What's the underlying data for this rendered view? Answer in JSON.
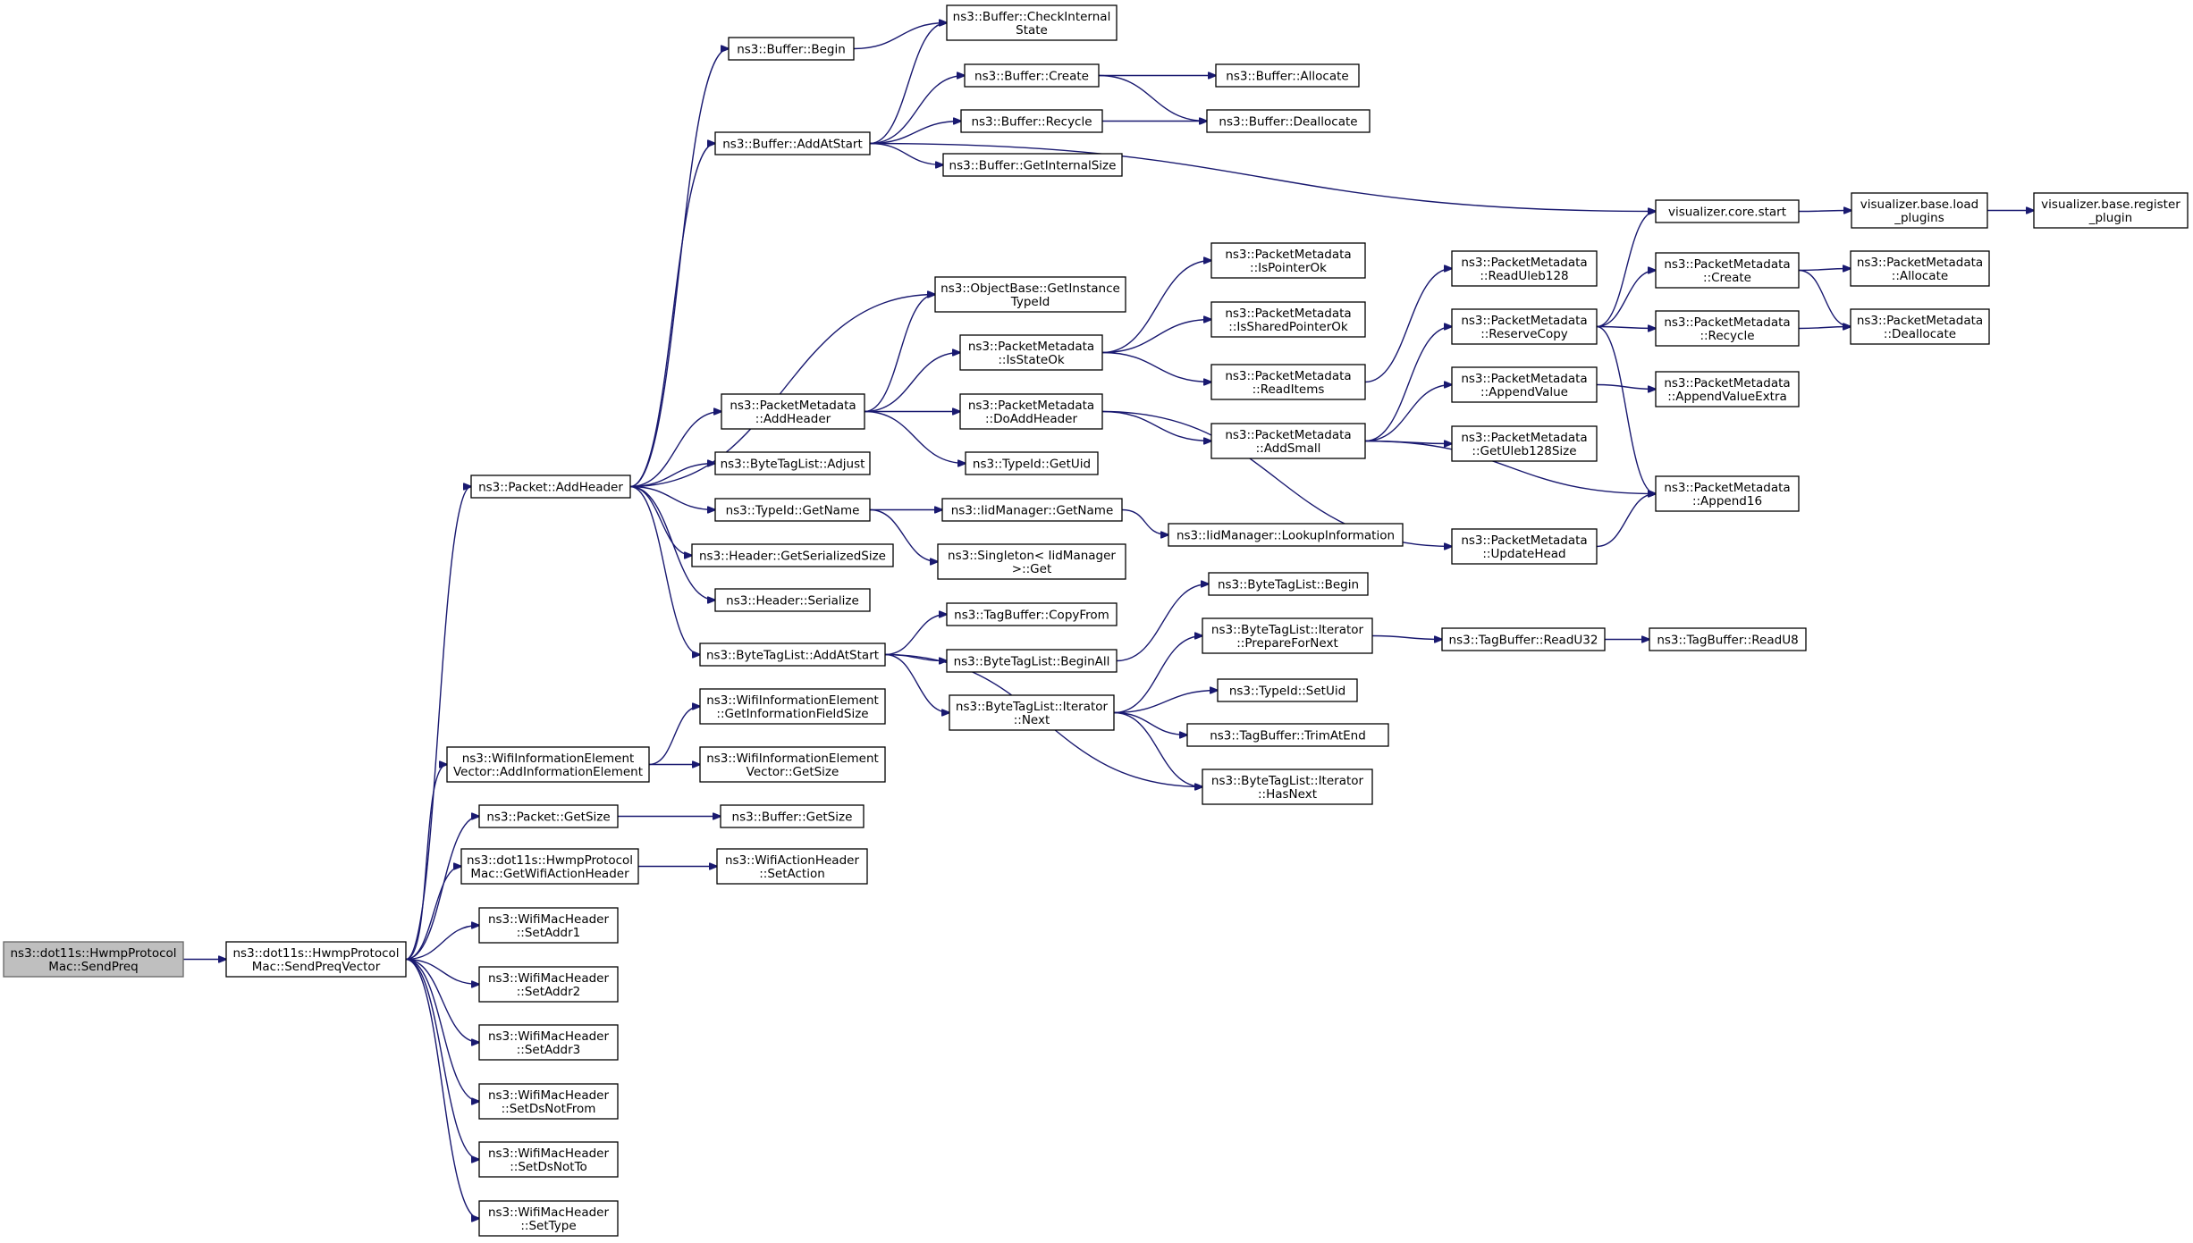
{
  "colors": {
    "edge": "#191970",
    "node_border": "#000000",
    "node_fill": "#ffffff",
    "root_fill": "#bfbfbf",
    "background": "#ffffff"
  },
  "nodes": [
    {
      "id": "n0",
      "lines": [
        "ns3::dot11s::HwmpProtocol",
        "Mac::SendPreq"
      ],
      "root": true
    },
    {
      "id": "n1",
      "lines": [
        "ns3::dot11s::HwmpProtocol",
        "Mac::SendPreqVector"
      ]
    },
    {
      "id": "n2",
      "lines": [
        "ns3::Packet::AddHeader"
      ]
    },
    {
      "id": "n3",
      "lines": [
        "ns3::WifiInformationElement",
        "Vector::AddInformationElement"
      ]
    },
    {
      "id": "n4",
      "lines": [
        "ns3::Packet::GetSize"
      ]
    },
    {
      "id": "n5",
      "lines": [
        "ns3::dot11s::HwmpProtocol",
        "Mac::GetWifiActionHeader"
      ]
    },
    {
      "id": "n6",
      "lines": [
        "ns3::WifiMacHeader",
        "::SetAddr1"
      ]
    },
    {
      "id": "n7",
      "lines": [
        "ns3::WifiMacHeader",
        "::SetAddr2"
      ]
    },
    {
      "id": "n8",
      "lines": [
        "ns3::WifiMacHeader",
        "::SetAddr3"
      ]
    },
    {
      "id": "n9",
      "lines": [
        "ns3::WifiMacHeader",
        "::SetDsNotFrom"
      ]
    },
    {
      "id": "n10",
      "lines": [
        "ns3::WifiMacHeader",
        "::SetDsNotTo"
      ]
    },
    {
      "id": "n11",
      "lines": [
        "ns3::WifiMacHeader",
        "::SetType"
      ]
    },
    {
      "id": "n12",
      "lines": [
        "ns3::Buffer::Begin"
      ]
    },
    {
      "id": "n13",
      "lines": [
        "ns3::Buffer::AddAtStart"
      ]
    },
    {
      "id": "n14",
      "lines": [
        "ns3::PacketMetadata",
        "::AddHeader"
      ]
    },
    {
      "id": "n15",
      "lines": [
        "ns3::ByteTagList::Adjust"
      ]
    },
    {
      "id": "n16",
      "lines": [
        "ns3::TypeId::GetName"
      ]
    },
    {
      "id": "n17",
      "lines": [
        "ns3::Header::GetSerializedSize"
      ]
    },
    {
      "id": "n18",
      "lines": [
        "ns3::Header::Serialize"
      ]
    },
    {
      "id": "n19",
      "lines": [
        "ns3::ByteTagList::AddAtStart"
      ]
    },
    {
      "id": "n20",
      "lines": [
        "ns3::WifiInformationElement",
        "::GetInformationFieldSize"
      ]
    },
    {
      "id": "n21",
      "lines": [
        "ns3::WifiInformationElement",
        "Vector::GetSize"
      ]
    },
    {
      "id": "n22",
      "lines": [
        "ns3::Buffer::GetSize"
      ]
    },
    {
      "id": "n23",
      "lines": [
        "ns3::WifiActionHeader",
        "::SetAction"
      ]
    },
    {
      "id": "n24",
      "lines": [
        "ns3::Buffer::CheckInternal",
        "State"
      ]
    },
    {
      "id": "n25",
      "lines": [
        "ns3::Buffer::Create"
      ]
    },
    {
      "id": "n26",
      "lines": [
        "ns3::Buffer::Recycle"
      ]
    },
    {
      "id": "n27",
      "lines": [
        "ns3::Buffer::GetInternalSize"
      ]
    },
    {
      "id": "n28",
      "lines": [
        "ns3::ObjectBase::GetInstance",
        "TypeId"
      ]
    },
    {
      "id": "n29",
      "lines": [
        "ns3::PacketMetadata",
        "::IsStateOk"
      ]
    },
    {
      "id": "n30",
      "lines": [
        "ns3::PacketMetadata",
        "::DoAddHeader"
      ]
    },
    {
      "id": "n31",
      "lines": [
        "ns3::TypeId::GetUid"
      ]
    },
    {
      "id": "n32",
      "lines": [
        "ns3::IidManager::GetName"
      ]
    },
    {
      "id": "n33",
      "lines": [
        "ns3::Singleton< IidManager",
        ">::Get"
      ]
    },
    {
      "id": "n34",
      "lines": [
        "ns3::TagBuffer::CopyFrom"
      ]
    },
    {
      "id": "n35",
      "lines": [
        "ns3::ByteTagList::BeginAll"
      ]
    },
    {
      "id": "n36",
      "lines": [
        "ns3::ByteTagList::Iterator",
        "::Next"
      ]
    },
    {
      "id": "n37",
      "lines": [
        "ns3::Buffer::Allocate"
      ]
    },
    {
      "id": "n38",
      "lines": [
        "ns3::Buffer::Deallocate"
      ]
    },
    {
      "id": "n39",
      "lines": [
        "ns3::PacketMetadata",
        "::IsPointerOk"
      ]
    },
    {
      "id": "n40",
      "lines": [
        "ns3::PacketMetadata",
        "::IsSharedPointerOk"
      ]
    },
    {
      "id": "n41",
      "lines": [
        "ns3::PacketMetadata",
        "::ReadItems"
      ]
    },
    {
      "id": "n42",
      "lines": [
        "ns3::PacketMetadata",
        "::AddSmall"
      ]
    },
    {
      "id": "n43",
      "lines": [
        "ns3::IidManager::LookupInformation"
      ]
    },
    {
      "id": "n44",
      "lines": [
        "ns3::ByteTagList::Begin"
      ]
    },
    {
      "id": "n45",
      "lines": [
        "ns3::ByteTagList::Iterator",
        "::PrepareForNext"
      ]
    },
    {
      "id": "n46",
      "lines": [
        "ns3::TypeId::SetUid"
      ]
    },
    {
      "id": "n47",
      "lines": [
        "ns3::TagBuffer::TrimAtEnd"
      ]
    },
    {
      "id": "n48",
      "lines": [
        "ns3::ByteTagList::Iterator",
        "::HasNext"
      ]
    },
    {
      "id": "n49",
      "lines": [
        "ns3::PacketMetadata",
        "::ReadUleb128"
      ]
    },
    {
      "id": "n50",
      "lines": [
        "ns3::PacketMetadata",
        "::ReserveCopy"
      ]
    },
    {
      "id": "n51",
      "lines": [
        "ns3::PacketMetadata",
        "::AppendValue"
      ]
    },
    {
      "id": "n52",
      "lines": [
        "ns3::PacketMetadata",
        "::GetUleb128Size"
      ]
    },
    {
      "id": "n53",
      "lines": [
        "ns3::PacketMetadata",
        "::UpdateHead"
      ]
    },
    {
      "id": "n54",
      "lines": [
        "ns3::TagBuffer::ReadU32"
      ]
    },
    {
      "id": "n55",
      "lines": [
        "visualizer.core.start"
      ]
    },
    {
      "id": "n56",
      "lines": [
        "ns3::PacketMetadata",
        "::Create"
      ]
    },
    {
      "id": "n57",
      "lines": [
        "ns3::PacketMetadata",
        "::Recycle"
      ]
    },
    {
      "id": "n58",
      "lines": [
        "ns3::PacketMetadata",
        "::AppendValueExtra"
      ]
    },
    {
      "id": "n59",
      "lines": [
        "ns3::PacketMetadata",
        "::Append16"
      ]
    },
    {
      "id": "n60",
      "lines": [
        "ns3::TagBuffer::ReadU8"
      ]
    },
    {
      "id": "n61",
      "lines": [
        "visualizer.base.load",
        "_plugins"
      ]
    },
    {
      "id": "n62",
      "lines": [
        "ns3::PacketMetadata",
        "::Allocate"
      ]
    },
    {
      "id": "n63",
      "lines": [
        "ns3::PacketMetadata",
        "::Deallocate"
      ]
    },
    {
      "id": "n64",
      "lines": [
        "visualizer.base.register",
        "_plugin"
      ]
    }
  ],
  "edges": [
    [
      "n0",
      "n1"
    ],
    [
      "n1",
      "n2"
    ],
    [
      "n1",
      "n3"
    ],
    [
      "n1",
      "n4"
    ],
    [
      "n1",
      "n5"
    ],
    [
      "n1",
      "n6"
    ],
    [
      "n1",
      "n7"
    ],
    [
      "n1",
      "n8"
    ],
    [
      "n1",
      "n9"
    ],
    [
      "n1",
      "n10"
    ],
    [
      "n1",
      "n11"
    ],
    [
      "n2",
      "n12"
    ],
    [
      "n2",
      "n13"
    ],
    [
      "n2",
      "n28"
    ],
    [
      "n2",
      "n14"
    ],
    [
      "n2",
      "n15"
    ],
    [
      "n2",
      "n16"
    ],
    [
      "n2",
      "n17"
    ],
    [
      "n2",
      "n18"
    ],
    [
      "n2",
      "n19"
    ],
    [
      "n3",
      "n20"
    ],
    [
      "n3",
      "n21"
    ],
    [
      "n4",
      "n22"
    ],
    [
      "n5",
      "n23"
    ],
    [
      "n12",
      "n24"
    ],
    [
      "n13",
      "n24"
    ],
    [
      "n13",
      "n25"
    ],
    [
      "n13",
      "n26"
    ],
    [
      "n13",
      "n27"
    ],
    [
      "n13",
      "n55"
    ],
    [
      "n25",
      "n37"
    ],
    [
      "n25",
      "n38"
    ],
    [
      "n26",
      "n38"
    ],
    [
      "n14",
      "n28"
    ],
    [
      "n14",
      "n29"
    ],
    [
      "n14",
      "n30"
    ],
    [
      "n14",
      "n31"
    ],
    [
      "n29",
      "n39"
    ],
    [
      "n29",
      "n40"
    ],
    [
      "n29",
      "n41"
    ],
    [
      "n41",
      "n49"
    ],
    [
      "n30",
      "n42"
    ],
    [
      "n30",
      "n53"
    ],
    [
      "n42",
      "n50"
    ],
    [
      "n42",
      "n51"
    ],
    [
      "n42",
      "n52"
    ],
    [
      "n42",
      "n59"
    ],
    [
      "n50",
      "n55"
    ],
    [
      "n50",
      "n56"
    ],
    [
      "n50",
      "n57"
    ],
    [
      "n50",
      "n59"
    ],
    [
      "n51",
      "n58"
    ],
    [
      "n53",
      "n59"
    ],
    [
      "n56",
      "n62"
    ],
    [
      "n56",
      "n63"
    ],
    [
      "n57",
      "n63"
    ],
    [
      "n55",
      "n61"
    ],
    [
      "n61",
      "n64"
    ],
    [
      "n16",
      "n32"
    ],
    [
      "n16",
      "n33"
    ],
    [
      "n32",
      "n43"
    ],
    [
      "n19",
      "n34"
    ],
    [
      "n19",
      "n35"
    ],
    [
      "n19",
      "n36"
    ],
    [
      "n19",
      "n48"
    ],
    [
      "n35",
      "n44"
    ],
    [
      "n36",
      "n45"
    ],
    [
      "n36",
      "n46"
    ],
    [
      "n36",
      "n47"
    ],
    [
      "n36",
      "n48"
    ],
    [
      "n45",
      "n54"
    ],
    [
      "n54",
      "n60"
    ]
  ]
}
